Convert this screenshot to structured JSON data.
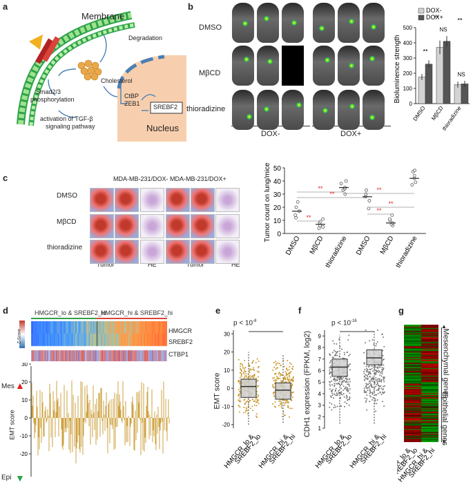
{
  "panels": {
    "a": {
      "label": "a",
      "membrane": "Membrane",
      "degradation": "Degradation",
      "cholesterol": "Cholesterol",
      "smad": "Smad2/3",
      "phosphorylation": "phosphorylation",
      "ctbp": "CtBP",
      "zeb1": "ZEB1",
      "srebf2": "SREBF2",
      "nucleus": "Nucleus",
      "activation_line1": "activation of TGF-β",
      "activation_line2": "signaling pathway"
    },
    "b": {
      "label": "b",
      "rows": [
        "DMSO",
        "MβCD",
        "thioradizine"
      ],
      "groups": [
        "DOX-",
        "DOX+"
      ]
    },
    "c": {
      "label": "c",
      "headers": [
        "MDA-MB-231/DOX-",
        "MDA-MB-231/DOX+"
      ],
      "rows": [
        "DMSO",
        "MβCD",
        "thioradizine"
      ],
      "col_labels": [
        "Tumor",
        "HE",
        "Tumor",
        "HE"
      ]
    },
    "d": {
      "label": "d",
      "group_lo": "HMGCR_lo & SREBF2_lo",
      "group_hi": "HMGCR_hi & SREBF2_hi",
      "zscore": "Z-Score",
      "genes": [
        "HMGCR",
        "SREBF2",
        "CTBP1"
      ],
      "mes": "Mes",
      "epi": "Epi",
      "ylabel": "EMT score",
      "yticks": [
        "30",
        "20",
        "10",
        "0",
        "-10",
        "-20"
      ]
    },
    "e": {
      "label": "e",
      "pvalue": "p < 10",
      "pexp": "-8",
      "ylabel": "EMT score",
      "yticks": [
        "30",
        "20",
        "10",
        "0",
        "-10",
        "-20"
      ],
      "xlabels": [
        [
          "HMGCR_lo &",
          "SREBF2_lo"
        ],
        [
          "HMGCR_hi &",
          "SREBF2_hi"
        ]
      ]
    },
    "f": {
      "label": "f",
      "pvalue": "p < 10",
      "pexp": "-16",
      "ylabel": "CDH1 expression (FPKM, log2)",
      "yticks": [
        "9",
        "8",
        "7",
        "6",
        "5",
        "4",
        "3",
        "2",
        "1"
      ],
      "xlabels": [
        [
          "HMGCR_lo &",
          "SREBF2_lo"
        ],
        [
          "HMGCR_hi &",
          "SREBF2_hi"
        ]
      ]
    },
    "g": {
      "label": "g",
      "mesenchymal": "Mesenchymal genes",
      "epithelial": "Epithelial genes",
      "xlabels": [
        [
          "HMGCR_lo &",
          "SREBF2_lo"
        ],
        [
          "HMGCR_hi &",
          "SREBF2_hi"
        ]
      ]
    }
  },
  "chart_data": [
    {
      "type": "bar",
      "panel": "b",
      "categories": [
        "DMSO",
        "MβCD",
        "thioradizine"
      ],
      "ylabel": "Bioluminence strength",
      "ylim": [
        0,
        500
      ],
      "yticks": [
        "0",
        "100",
        "200",
        "300",
        "400",
        "500"
      ],
      "legend": "top-left",
      "series": [
        {
          "name": "DOX-",
          "values": [
            175,
            370,
            125
          ],
          "errors": [
            20,
            45,
            20
          ],
          "color": "#d3d3d3"
        },
        {
          "name": "DOX+",
          "values": [
            260,
            410,
            130
          ],
          "errors": [
            25,
            35,
            20
          ],
          "color": "#555555"
        }
      ],
      "annotations": [
        "**",
        "NS",
        "NS",
        "**",
        "**"
      ]
    },
    {
      "type": "scatter",
      "panel": "c",
      "ylabel": "Tumor count on lung/mice",
      "ylim": [
        0,
        50
      ],
      "yticks": [
        "0",
        "10",
        "20",
        "30",
        "40",
        "50"
      ],
      "categories": [
        "DMSO",
        "MβCD",
        "thioradizine",
        "DMSO",
        "MβCD",
        "thioradizine"
      ],
      "groups": [
        "DOX-",
        "DOX+"
      ],
      "points": [
        [
          12,
          14,
          17,
          20,
          24
        ],
        [
          4,
          5,
          6,
          8,
          9,
          11
        ],
        [
          30,
          33,
          34,
          35,
          38,
          40
        ],
        [
          19,
          25,
          28,
          30,
          33
        ],
        [
          6,
          7,
          8,
          10,
          11,
          14
        ],
        [
          37,
          39,
          42,
          44,
          47,
          48
        ]
      ],
      "means": [
        17,
        7,
        35,
        28,
        8,
        42
      ],
      "annotations": [
        "**",
        "**",
        "**",
        "**",
        "**",
        "**"
      ]
    },
    {
      "type": "box",
      "panel": "e",
      "ylabel": "EMT score",
      "ylim": [
        -22,
        32
      ],
      "categories": [
        "HMGCR_lo & SREBF2_lo",
        "HMGCR_hi & SREBF2_hi"
      ],
      "boxes": [
        {
          "q1": -5,
          "median": 1,
          "q3": 5,
          "whisker_low": -20,
          "whisker_high": 20
        },
        {
          "q1": -6,
          "median": -1,
          "q3": 3,
          "whisker_low": -19,
          "whisker_high": 19
        }
      ]
    },
    {
      "type": "box",
      "panel": "f",
      "ylabel": "CDH1 expression (FPKM, log2)",
      "ylim": [
        1,
        9.5
      ],
      "categories": [
        "HMGCR_lo & SREBF2_lo",
        "HMGCR_hi & SREBF2_hi"
      ],
      "boxes": [
        {
          "q1": 5.5,
          "median": 6.3,
          "q3": 7.0,
          "whisker_low": 1.4,
          "whisker_high": 9.1
        },
        {
          "q1": 6.5,
          "median": 7.1,
          "q3": 7.8,
          "whisker_low": 1.4,
          "whisker_high": 9.4
        }
      ]
    }
  ]
}
